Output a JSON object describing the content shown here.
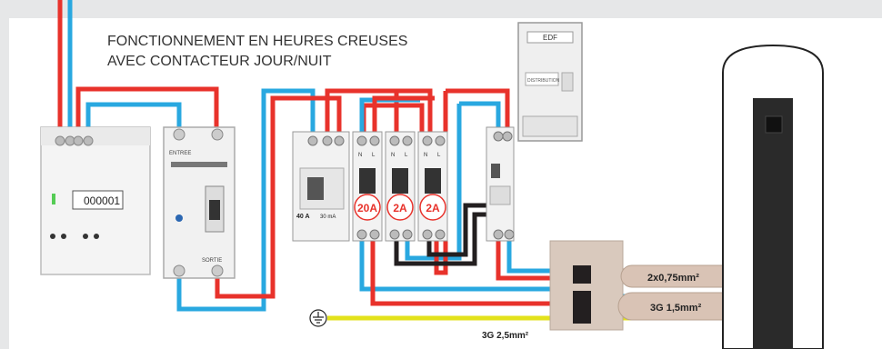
{
  "title": {
    "line1": "FONCTIONNEMENT EN HEURES CREUSES",
    "line2": "AVEC CONTACTEUR JOUR/NUIT"
  },
  "meter": {
    "brand": "EDF",
    "display": "DISTRIBUTION"
  },
  "energy_meter": {
    "reading": "000001"
  },
  "contactor": {
    "top_label": "ENTREE",
    "bottom_label": "SORTIE"
  },
  "main_breaker": {
    "rating": "40 A",
    "sensitivity": "30 mA"
  },
  "breakers": [
    {
      "rating": "20A"
    },
    {
      "rating": "2A"
    },
    {
      "rating": "2A"
    }
  ],
  "terminal_labels": {
    "n": "N",
    "l": "L"
  },
  "cables": {
    "small": "2x0,75mm²",
    "large": "3G 1,5mm²",
    "earth": "3G 2,5mm²"
  },
  "colors": {
    "phase": "#e8322b",
    "neutral": "#29a8e0",
    "black": "#231f20",
    "earth": "#e3e21b",
    "background": "#e6e7e8"
  }
}
